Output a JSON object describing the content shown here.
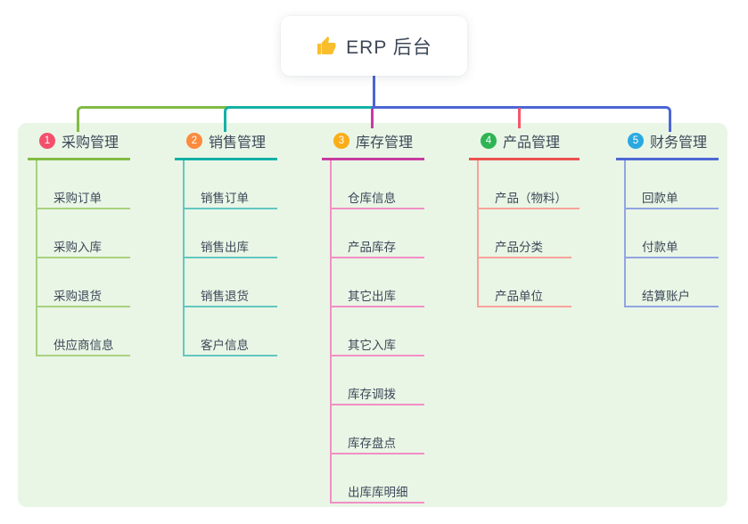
{
  "root": {
    "label": "ERP 后台",
    "icon": "thumbs-up",
    "icon_color": "#F8BE2C"
  },
  "connectors": {
    "root_line_color": "#4D66D4",
    "left_segment_color": "#82BB44",
    "middle_segment_color": "#13B1A6",
    "right_segment_color": "#4D66D4",
    "branch3_drop_color": "#C73CA0",
    "branch4_drop_color": "#F4566C"
  },
  "canvas": {
    "background": "#FFFFFF",
    "panel_background": "#E9F6E6"
  },
  "branches": [
    {
      "badge": "1",
      "label": "采购管理",
      "badge_color": "#F4506C",
      "line_color": "#82BB44",
      "child_line_color": "#A9D17E",
      "children": [
        "采购订单",
        "采购入库",
        "采购退货",
        "供应商信息"
      ]
    },
    {
      "badge": "2",
      "label": "销售管理",
      "badge_color": "#FB8B3E",
      "line_color": "#13B1A6",
      "child_line_color": "#62C8C0",
      "children": [
        "销售订单",
        "销售出库",
        "销售退货",
        "客户信息"
      ]
    },
    {
      "badge": "3",
      "label": "库存管理",
      "badge_color": "#FBAD18",
      "line_color": "#C73CA0",
      "child_line_color": "#F28FC6",
      "children": [
        "仓库信息",
        "产品库存",
        "其它出库",
        "其它入库",
        "库存调拨",
        "库存盘点",
        "出库库明细"
      ]
    },
    {
      "badge": "4",
      "label": "产品管理",
      "badge_color": "#2FB454",
      "line_color": "#EE5350",
      "child_line_color": "#F9A29B",
      "children": [
        "产品（物料）",
        "产品分类",
        "产品单位"
      ]
    },
    {
      "badge": "5",
      "label": "财务管理",
      "badge_color": "#29A9E0",
      "line_color": "#4D66D4",
      "child_line_color": "#92A4E2",
      "children": [
        "回款单",
        "付款单",
        "结算账户"
      ]
    }
  ]
}
